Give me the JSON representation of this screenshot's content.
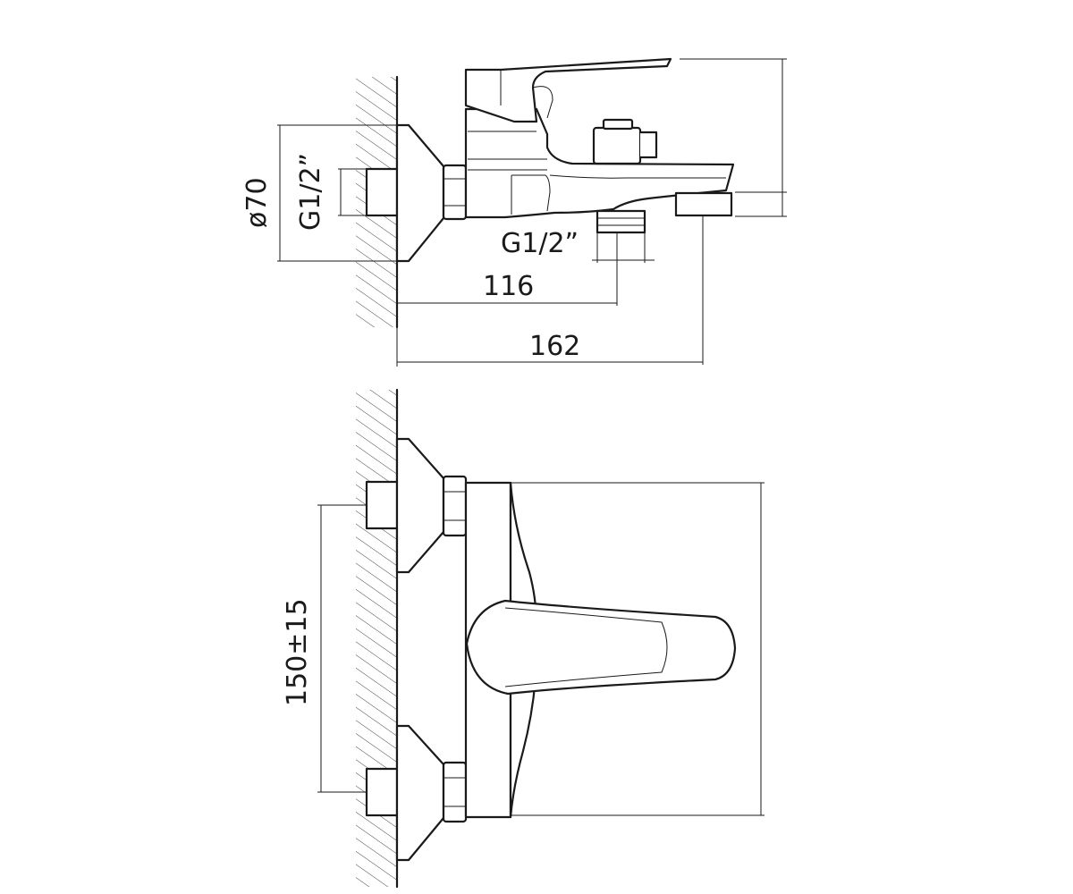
{
  "colors": {
    "line": "#1a1a1a",
    "background": "#ffffff",
    "hatch": "#444444"
  },
  "dimensions": {
    "side_view": {
      "flange_diameter": "ø70",
      "inlet_thread": "G1/2”",
      "outlet_thread": "G1/2”",
      "wall_to_outlet": "116",
      "wall_to_spout": "162"
    },
    "front_view": {
      "inlet_spacing": "150±15"
    }
  }
}
